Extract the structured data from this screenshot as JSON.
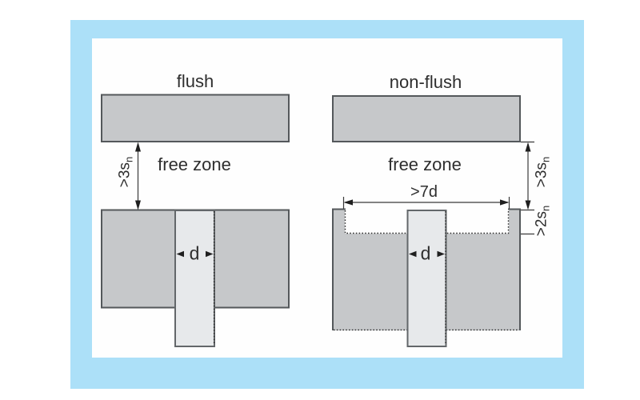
{
  "frame": {
    "border_color": "#ace0f8",
    "inner_background": "#fefefe"
  },
  "colors": {
    "metal_fill": "#c6c8ca",
    "sensor_fill": "#e7e9eb",
    "outline": "#54585b",
    "dotted_line": "#2a2a2a",
    "dimension_line": "#3a3a3a",
    "text": "#2e2e2e"
  },
  "left_diagram": {
    "title": "flush",
    "free_zone": "free zone",
    "clearance_label": {
      "main": ">3s",
      "sub": "n"
    },
    "diameter_label": "d"
  },
  "right_diagram": {
    "title": "non-flush",
    "free_zone": "free zone",
    "clearance_label": {
      "main": ">3s",
      "sub": "n"
    },
    "recess_depth_label": {
      "main": ">2s",
      "sub": "n"
    },
    "recess_width_label": ">7d",
    "diameter_label": "d"
  }
}
